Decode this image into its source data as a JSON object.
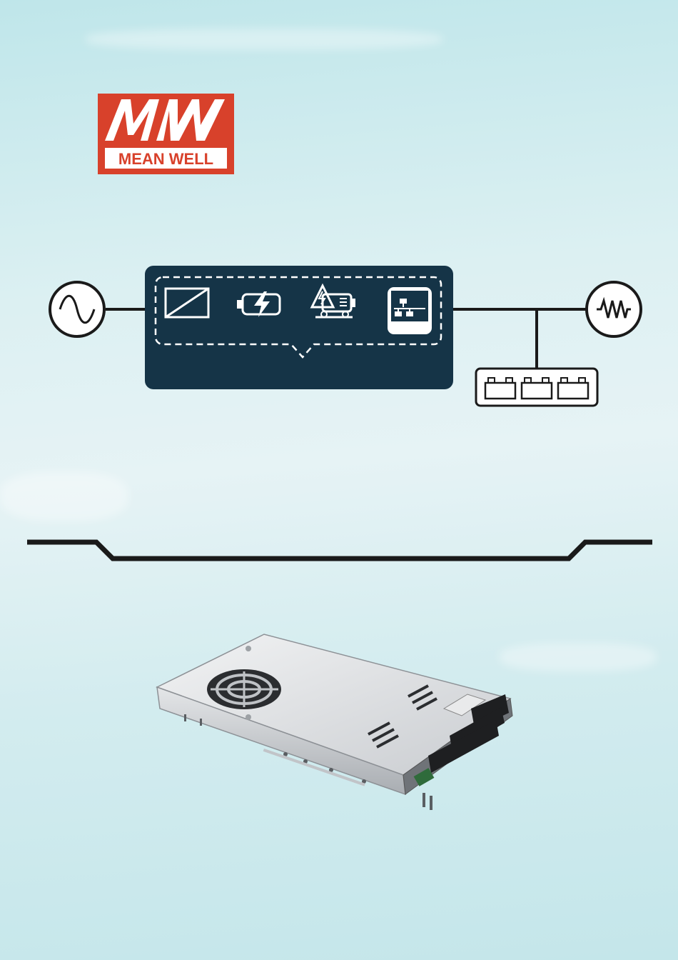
{
  "brand": {
    "monogram": "MW",
    "name": "MEAN WELL",
    "color": "#d8412b"
  },
  "colors": {
    "panel": "#153447",
    "line": "#1a1a1a",
    "background": "#d6eef0"
  },
  "diagram": {
    "source_icon": "ac-sine-wave-icon",
    "module_icons": [
      "converter-icon",
      "battery-charge-icon",
      "generator-icon",
      "network-icon"
    ],
    "load_icon": "resistor-load-icon",
    "battery_icon": "battery-bank-icon",
    "battery_cells": 3
  },
  "product": {
    "icon": "power-supply-unit-image"
  }
}
